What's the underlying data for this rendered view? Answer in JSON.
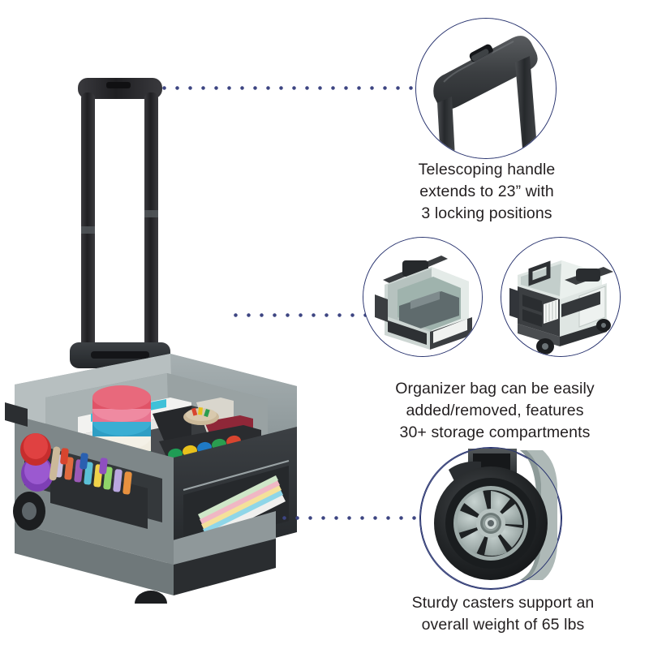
{
  "page": {
    "type": "product-feature-infographic",
    "product": "rolling utility cart with organizer bag",
    "background_color": "#ffffff",
    "accent_color": "#2a3570",
    "text_color": "#231f20"
  },
  "main_image": {
    "alt": "Gray and black rolling cart with extended telescoping handle, filled with books, colored tape rolls, scissors, markers and paint cups",
    "colors": {
      "fabric_light": "#9ea7a9",
      "fabric_mid": "#848e90",
      "fabric_dark": "#2f3336",
      "handle": "#2b2b2e",
      "liner": "#b9c2c0"
    }
  },
  "callouts": [
    {
      "id": "handle",
      "image_alt": "Close-up of the black telescoping pull handle with push-button release",
      "caption_lines": [
        "Telescoping handle",
        "extends to 23” with",
        "3 locking positions"
      ]
    },
    {
      "id": "organizer-open",
      "image_alt": "Cart with organizer bag showing open sage-lined interior"
    },
    {
      "id": "organizer-loaded",
      "image_alt": "Cart with organizer bag attached showing pockets and compartments"
    },
    {
      "id": "organizer-caption",
      "caption_lines": [
        "Organizer bag can be easily",
        "added/removed, features",
        "30+ storage compartments"
      ]
    },
    {
      "id": "casters",
      "image_alt": "Close-up of a black caster wheel with light gray spoked hub",
      "caption_lines": [
        "Sturdy casters support an",
        "overall weight of 65 lbs"
      ]
    }
  ]
}
